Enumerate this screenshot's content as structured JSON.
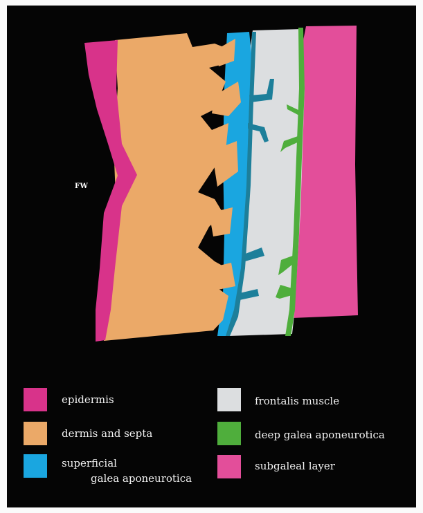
{
  "diagram": {
    "side_label": "FW"
  },
  "colors": {
    "epidermis": "#d8338a",
    "dermis_and_septa": "#eba968",
    "superficial_galea_aponeurotica": "#1aa6e0",
    "superficial_galea_dark": "#1d7f9a",
    "frontalis_muscle": "#dcdee0",
    "deep_galea_aponeurotica": "#4fae3c",
    "subgaleal_layer": "#e34e9a",
    "background": "#050505"
  },
  "legend": {
    "items": [
      {
        "label": "epidermis",
        "label_line2": ""
      },
      {
        "label": "dermis and septa",
        "label_line2": ""
      },
      {
        "label": "superficial",
        "label_line2": "galea aponeurotica"
      },
      {
        "label": "frontalis muscle",
        "label_line2": ""
      },
      {
        "label": "deep galea aponeurotica",
        "label_line2": ""
      },
      {
        "label": "subgaleal layer",
        "label_line2": ""
      }
    ]
  }
}
